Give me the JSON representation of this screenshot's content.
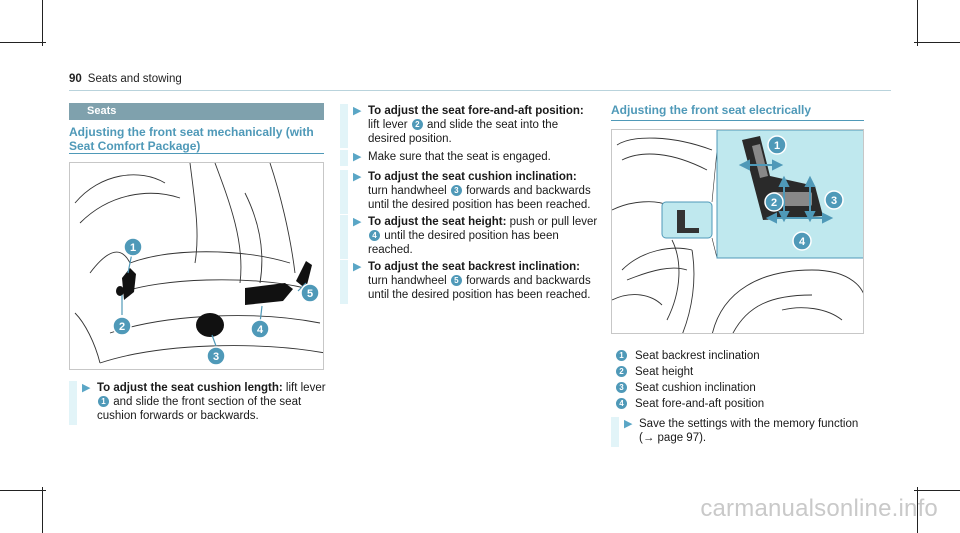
{
  "running_head": {
    "page_number": "90",
    "title": "Seats and stowing"
  },
  "section_title": "Seats",
  "mechanical": {
    "heading_line1": "Adjusting the front seat mechanically (with",
    "heading_line2": "Seat Comfort Package)",
    "callouts": [
      "1",
      "2",
      "3",
      "4",
      "5"
    ],
    "step1": {
      "bold": "To adjust the seat cushion length:",
      "l1": "lift lever",
      "l2": "and slide the front section of the seat",
      "l3": "cushion forwards or backwards."
    }
  },
  "steps_middle": [
    {
      "bold": "To adjust the seat fore-and-aft position:",
      "line1a": "lift lever",
      "line1b": "and slide the seat into the",
      "line2": "desired position."
    },
    {
      "line1": "Make sure that the seat is engaged."
    },
    {
      "bold": "To adjust the seat cushion inclination:",
      "line1a": "turn handwheel",
      "line1b": "forwards and backwards",
      "line2": "until the desired position has been reached."
    },
    {
      "bold": "To adjust the seat height:",
      "bold_rest": "push or pull lever",
      "line2b": "until the desired position has been",
      "line3": "reached."
    },
    {
      "bold": "To adjust the seat backrest inclination:",
      "line1a": "turn handwheel",
      "line1b": "forwards and backwards",
      "line2": "until the desired position has been reached."
    }
  ],
  "electric": {
    "heading": "Adjusting the front seat electrically",
    "callouts": [
      "1",
      "2",
      "3",
      "4"
    ],
    "legend": [
      {
        "n": "1",
        "label": "Seat backrest inclination"
      },
      {
        "n": "2",
        "label": "Seat height"
      },
      {
        "n": "3",
        "label": "Seat cushion inclination"
      },
      {
        "n": "4",
        "label": "Seat fore-and-aft position"
      }
    ],
    "tip_line1": "Save the settings with the memory function",
    "tip_line2": "(→ page 97)."
  },
  "watermark": "carmanualsonline.info",
  "colors": {
    "accent": "#4f99b8",
    "section_bar": "#7fa1ad",
    "step_bar": "#e2f4f8",
    "highlight": "#bfe8ee"
  }
}
